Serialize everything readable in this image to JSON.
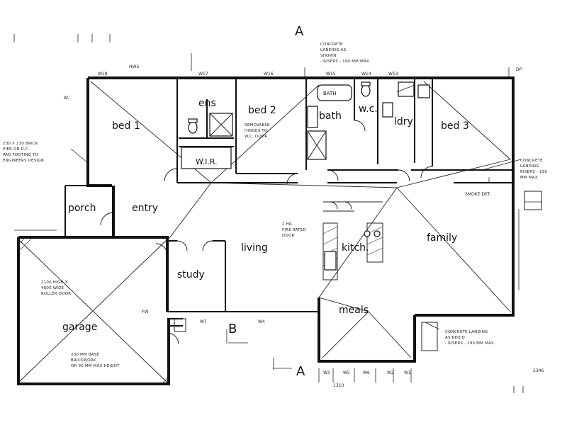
{
  "rooms": {
    "bed1": "bed 1",
    "ens": "ens",
    "wir": "W.I.R.",
    "bed2": "bed 2",
    "bath": "bath",
    "wc": "w.c.",
    "ldry": "ldry",
    "bed3": "bed 3",
    "porch": "porch",
    "entry": "entry",
    "living": "living",
    "kitch": "kitch.",
    "family": "family",
    "study": "study",
    "garage": "garage",
    "meals": "meals"
  },
  "fixtures": {
    "bath": "BATH"
  },
  "sections": {
    "a_top": "A",
    "a_bottom": "A",
    "b": "B"
  },
  "notes": {
    "landing_top_1": "CONCRETE",
    "landing_top_2": "LANDING AS",
    "landing_top_3": "SHOWN",
    "landing_top_4": "- RISERS - 190 MM MAX.",
    "bed2_note_1": "REMOVABLE",
    "bed2_note_2": "HINGES TO",
    "bed2_note_3": "W.C. DOOR.",
    "brick_pier_1": "230 X 230 BRICK",
    "brick_pier_2": "PIER ON R.C.",
    "brick_pier_3": "PAD FOOTING TO",
    "brick_pier_4": "ENGINEERS DESIGN",
    "kitch_note_1": "2 HR.",
    "kitch_note_2": "FIRE RATED",
    "kitch_note_3": "DOOR",
    "garage_note_1": "2100 HIGH X",
    "garage_note_2": "4800 WIDE",
    "garage_note_3": "ROLLER DOOR",
    "garage_note_4": "230 MM BASE",
    "garage_note_5": "BRICKWORK",
    "garage_note_6": "OR 90 MM MAX HEIGHT",
    "right_landing_1": "CONCRETE LANDING",
    "right_landing_2": "AS REQ'D",
    "right_landing_3": "- RISERS - 190 MM MAX.",
    "right_top_1": "CONCRETE",
    "right_top_2": "LANDING",
    "right_top_3": "RISERS - 190",
    "right_top_4": "MM MAX."
  },
  "tags": {
    "w18": "W18",
    "w17": "W17",
    "w16": "W16",
    "w15": "W15",
    "w14": "W14",
    "w13": "W13",
    "w7": "W7",
    "w4": "W4",
    "w3": "W3",
    "w2": "W2",
    "w1": "W1",
    "w5": "W5",
    "w6": "W6",
    "fw": "FW",
    "dp": "DP",
    "hws": "HWS",
    "ac": "AC",
    "smoke": "SMOKE DET.",
    "dim_2346": "2346",
    "dim_1310": "1310"
  }
}
